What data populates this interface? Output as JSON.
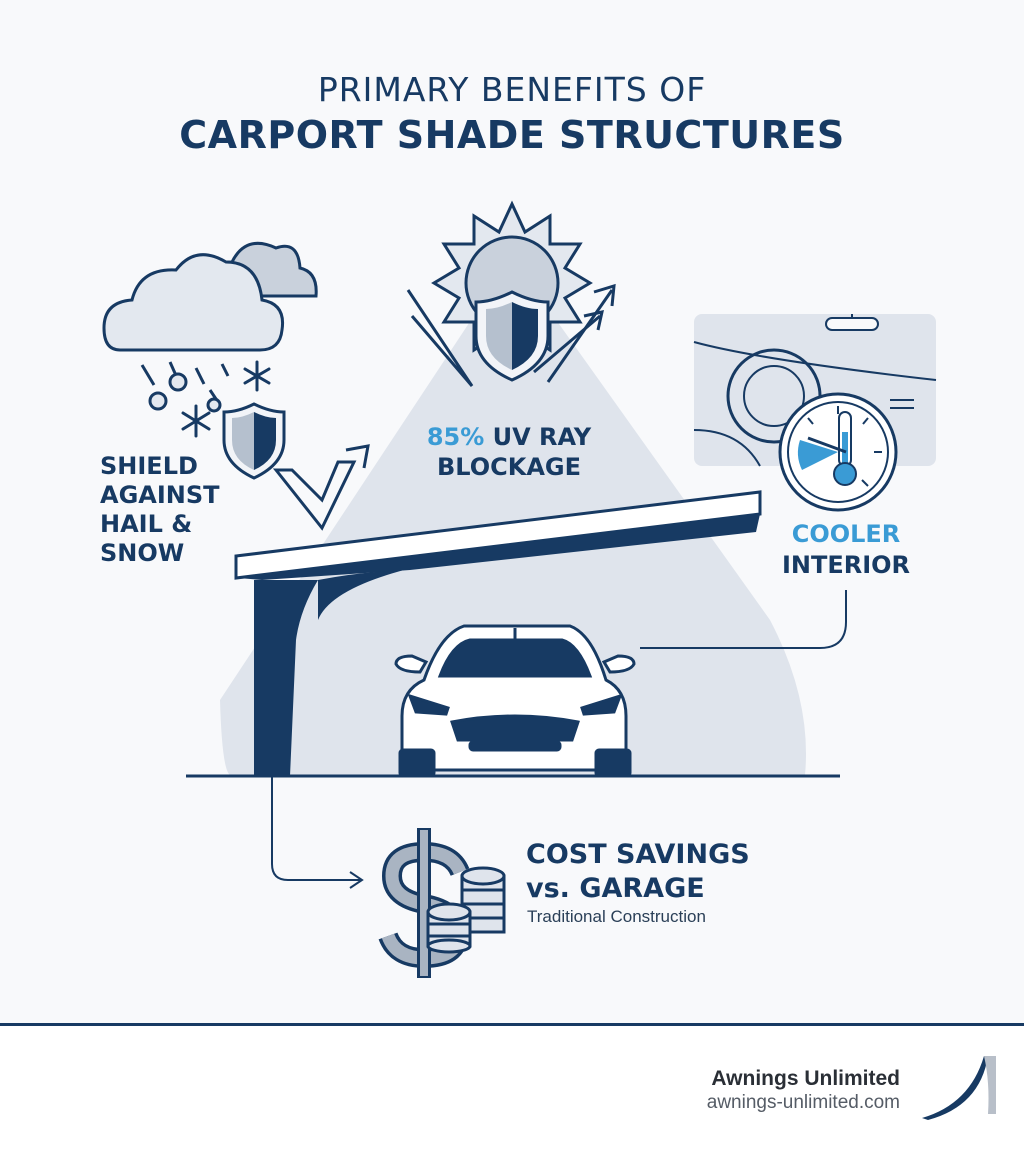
{
  "title": {
    "line1": "PRIMARY BENEFITS OF",
    "line2": "CARPORT SHADE STRUCTURES"
  },
  "benefits": {
    "hail": [
      "SHIELD",
      "AGAINST",
      "HAIL &",
      "SNOW"
    ],
    "uv": {
      "highlight": "85%",
      "rest": "UV RAY",
      "line2": "BLOCKAGE"
    },
    "cooler": {
      "line1": "COOLER",
      "line2": "INTERIOR"
    },
    "cost": {
      "line1": "COST SAVINGS",
      "line2": "vs. GARAGE",
      "sub": "Traditional Construction"
    }
  },
  "footer": {
    "brand": "Awnings Unlimited",
    "url": "awnings-unlimited.com"
  },
  "colors": {
    "navy": "#173a63",
    "accent_blue": "#3a9bd5",
    "light_fill": "#dfe4ec",
    "background": "#f8f9fb"
  },
  "icons": [
    "cloud-icon",
    "snowflake-icon",
    "hail-icon",
    "shield-icon",
    "sun-icon",
    "checkmark-icon",
    "dashboard-icon",
    "thermometer-gauge-icon",
    "car-icon",
    "dollar-icon",
    "coins-icon",
    "logo-swoosh-icon"
  ]
}
